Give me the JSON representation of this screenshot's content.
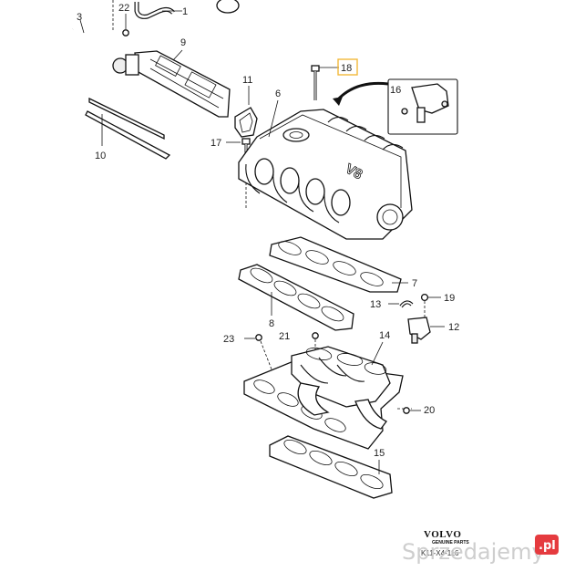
{
  "callouts": {
    "c1": "1",
    "c3": "3",
    "c6": "6",
    "c7": "7",
    "c8": "8",
    "c9": "9",
    "c10": "10",
    "c11": "11",
    "c12": "12",
    "c13": "13",
    "c14": "14",
    "c15": "15",
    "c16": "16",
    "c17": "17",
    "c18": "18",
    "c19": "19",
    "c20": "20",
    "c21": "21",
    "c22": "22",
    "c23": "23"
  },
  "engine_badge": "V8",
  "brand": {
    "name": "VOLVO",
    "subtitle": "GENUINE PARTS"
  },
  "part_number": "K11-X4-116",
  "watermark": {
    "text": "Sprzedajemy",
    "badge": ".pl"
  },
  "colors": {
    "highlight_box": "#f2b93b",
    "watermark_badge": "#e3262b",
    "watermark_text": "#c9c9c9",
    "line": "#111111"
  }
}
